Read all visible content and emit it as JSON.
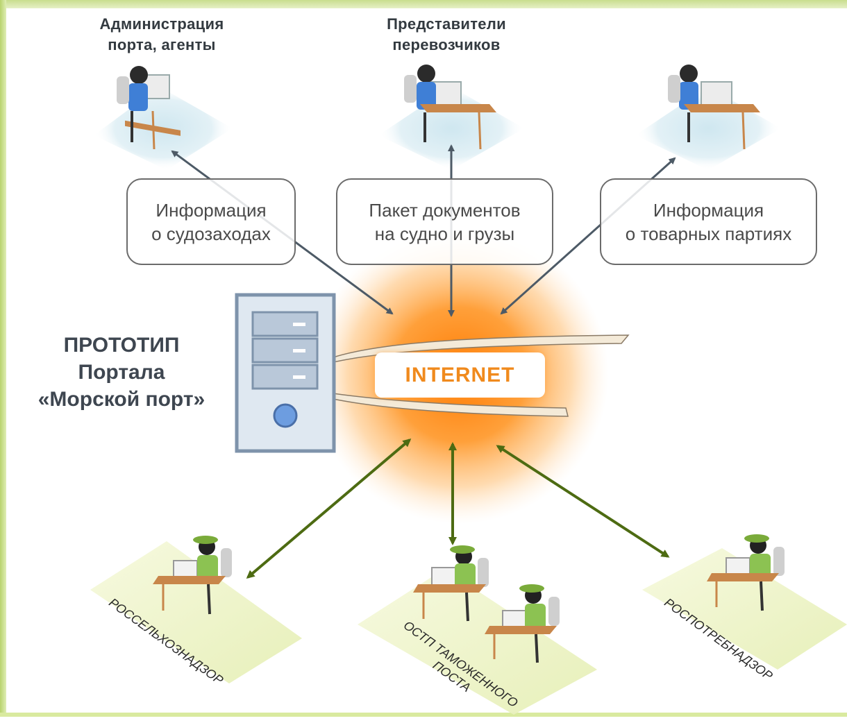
{
  "top_nodes": {
    "port_admin": {
      "line1": "Администрация",
      "line2": "порта, агенты"
    },
    "carriers": {
      "line1": "Представители",
      "line2": "перевозчиков"
    }
  },
  "info_boxes": {
    "ship_calls": {
      "line1": "Информация",
      "line2": "о судозаходах"
    },
    "documents": {
      "line1": "Пакет документов",
      "line2": "на судно и грузы"
    },
    "cargo": {
      "line1": "Информация",
      "line2": "о товарных партиях"
    }
  },
  "portal": {
    "line1": "ПРОТОТИП",
    "line2": "Портала",
    "line3": "«Морской порт»"
  },
  "internet": {
    "label": "INTERNET"
  },
  "agencies": {
    "rosselkhoznadzor": "Россельхознадзор",
    "customs_line1": "ОСТП Таможенного",
    "customs_line2": "поста",
    "rospotrebnadzor": "Роспотребнадзор"
  },
  "colors": {
    "glow": "#ff8a1f",
    "blue_arrow": "#4d5a66",
    "green_arrow": "#4d6b12",
    "platform_blue": "#d7ecf3",
    "platform_green": "#eef4c8",
    "server": "#b9c8d9",
    "internet_text": "#f08a1d"
  }
}
